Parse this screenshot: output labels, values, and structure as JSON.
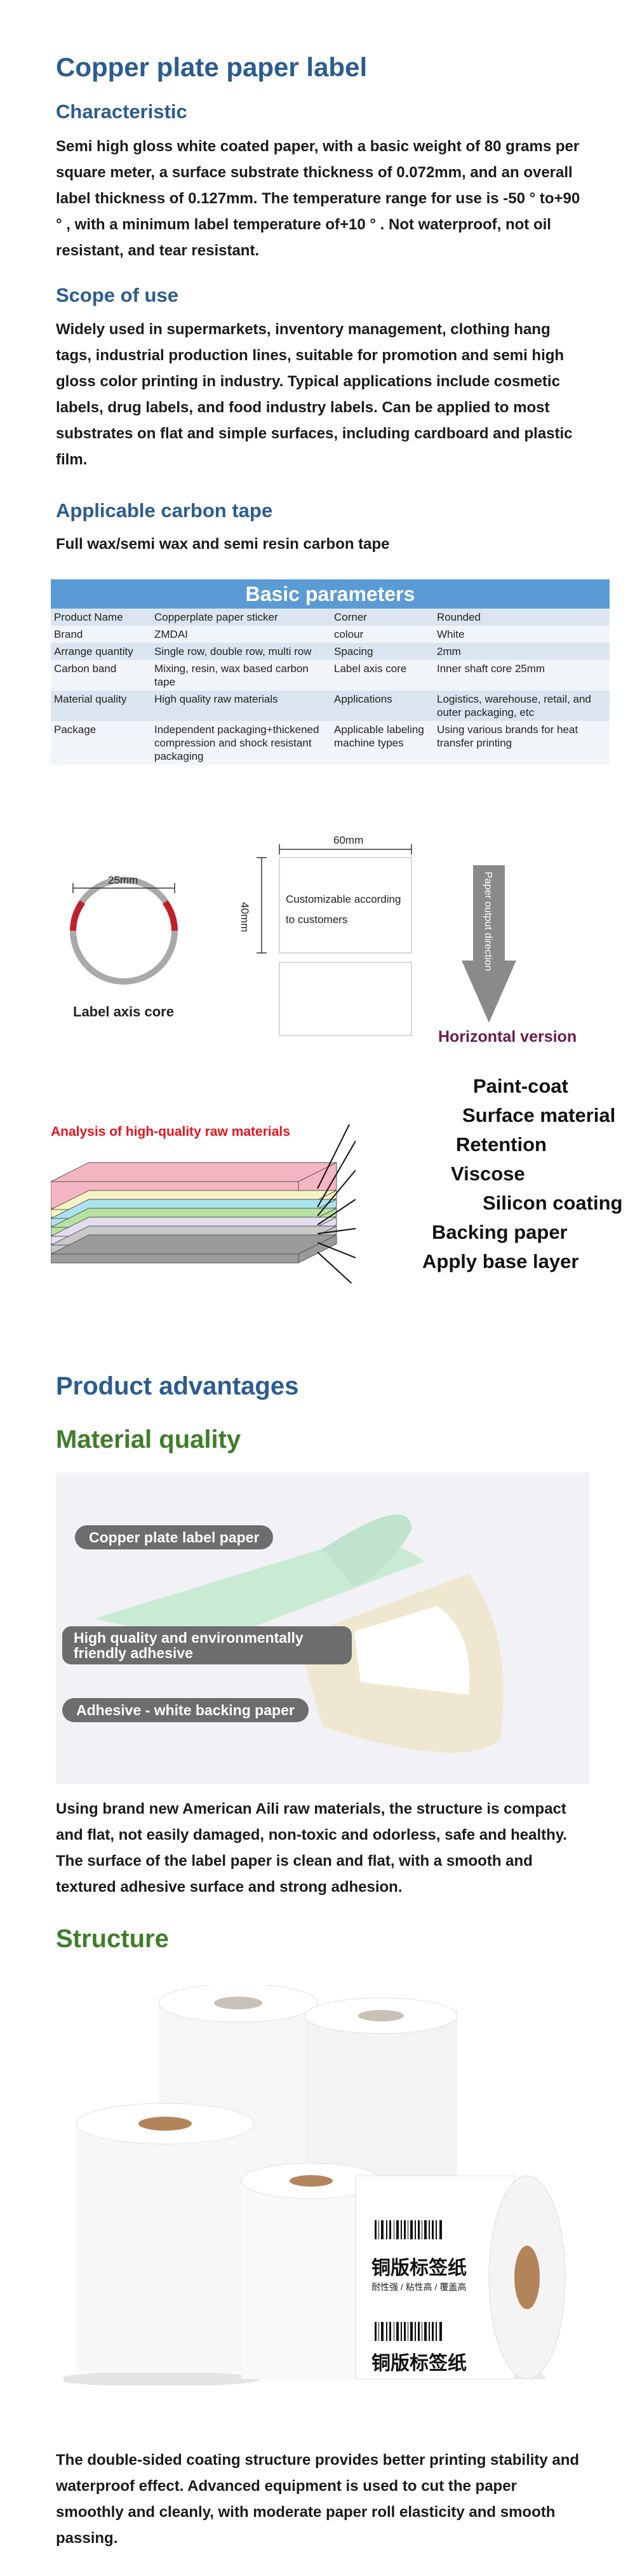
{
  "title": "Copper plate paper label",
  "characteristic": {
    "heading": "Characteristic",
    "text": "Semi high gloss white coated paper, with a basic weight of 80 grams per square meter, a surface substrate thickness of 0.072mm, and an overall label thickness of 0.127mm. The temperature range for use is -50 ° to+90 ° , with a minimum label temperature of+10 ° . Not waterproof, not oil resistant, and tear resistant."
  },
  "scope": {
    "heading": "Scope of use",
    "text": "Widely used in supermarkets, inventory management, clothing hang tags, industrial production lines, suitable for promotion and semi high gloss color printing in industry. Typical applications include cosmetic labels, drug labels, and food industry labels. Can be applied to most substrates on flat and simple surfaces, including cardboard and plastic film."
  },
  "carbon": {
    "heading": "Applicable carbon tape",
    "text": "Full wax/semi wax and semi resin carbon tape"
  },
  "params": {
    "title": "Basic parameters",
    "rows": [
      [
        "Product Name",
        "Copperplate paper sticker",
        "Corner",
        "Rounded"
      ],
      [
        "Brand",
        "ZMDAI",
        "colour",
        "White"
      ],
      [
        "Arrange quantity",
        "Single row, double row, multi row",
        "Spacing",
        "2mm"
      ],
      [
        "Carbon band",
        "Mixing, resin, wax based carbon tape",
        "Label axis core",
        "Inner shaft core 25mm"
      ],
      [
        "Material quality",
        "High quality raw materials",
        "Applications",
        "Logistics, warehouse, retail, and outer packaging, etc"
      ],
      [
        "Package",
        "Independent packaging+thickened compression and shock resistant packaging",
        "Applicable labeling machine types",
        "Using various brands for heat transfer printing"
      ]
    ]
  },
  "diagram": {
    "core_dim": "25mm",
    "core_label": "Label axis core",
    "width_dim": "60mm",
    "height_dim": "40mm",
    "box_text": "Customizable according to customers",
    "direction": "Paper output direction",
    "version": "Horizontal version"
  },
  "layers": {
    "analysis": "Analysis of high-quality raw materials",
    "items": [
      "Paint-coat",
      "Surface material",
      "Retention",
      "Viscose",
      "Silicon coating",
      "Backing paper",
      "Apply base layer"
    ],
    "colors": [
      "#f4b6c2",
      "#f6f3c4",
      "#a9e3ef",
      "#b6e3a0",
      "#e6dcf0",
      "#c8c8c8",
      "#9a9a9a"
    ]
  },
  "advantages": {
    "heading": "Product advantages",
    "material_heading": "Material quality",
    "pill1": "Copper plate label paper",
    "pill2": "High quality and environmentally friendly adhesive",
    "pill3": "Adhesive - white backing paper",
    "material_text": "Using brand new American Aili raw materials, the structure is compact and flat, not easily damaged, non-toxic and odorless, safe and healthy. The surface of the label paper is clean and flat, with a smooth and textured adhesive surface and strong adhesion.",
    "structure_heading": "Structure",
    "label_brand": "铜版标签纸",
    "label_tags": "耐性强 / 粘性高 / 覆盖高",
    "structure_text": "The double-sided coating structure provides better printing stability and waterproof effect. Advanced equipment is used to cut the paper smoothly and cleanly, with moderate paper roll elasticity and smooth passing."
  }
}
